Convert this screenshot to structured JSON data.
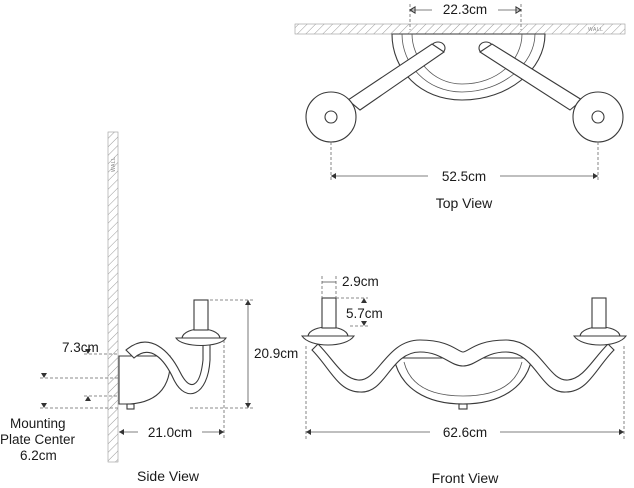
{
  "top_view": {
    "title": "Top View",
    "wall_tag": "WALL",
    "dim_plate_width": "22.3cm",
    "dim_overall_width": "52.5cm"
  },
  "side_view": {
    "title": "Side View",
    "wall_tag": "WALL",
    "dim_arm_offset": "7.3cm",
    "dim_height": "20.9cm",
    "dim_projection": "21.0cm",
    "mounting_line1": "Mounting",
    "mounting_line2": "Plate Center",
    "mounting_value": "6.2cm"
  },
  "front_view": {
    "title": "Front View",
    "dim_cup_width": "2.9cm",
    "dim_cup_height": "5.7cm",
    "dim_overall_width": "62.6cm"
  }
}
